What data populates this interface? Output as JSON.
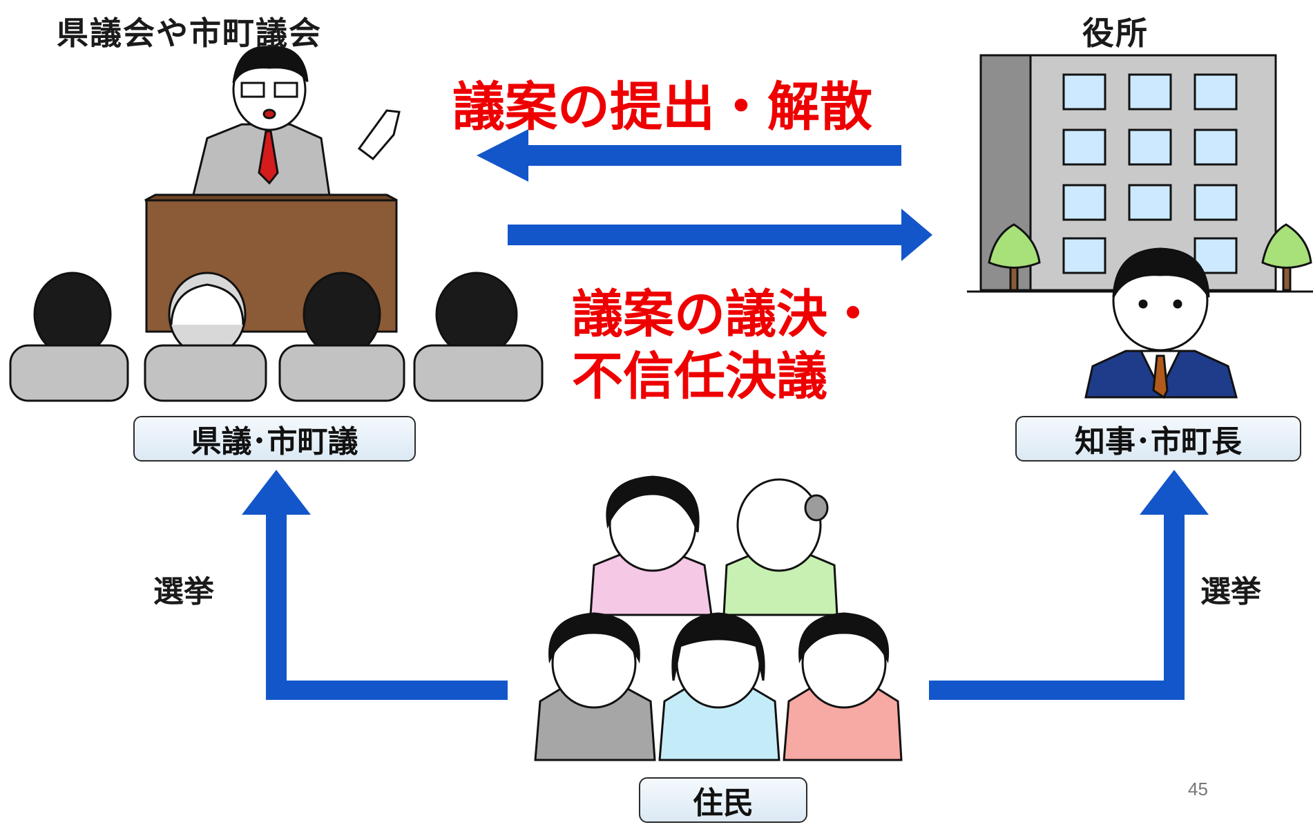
{
  "headings": {
    "assembly": "県議会や市町議会",
    "office": "役所"
  },
  "flows": {
    "to_assembly": "議案の提出・解散",
    "to_office_line1": "議案の議決・",
    "to_office_line2": "不信任決議"
  },
  "badges": {
    "members": "県議･市町議",
    "heads": "知事･市町長",
    "residents": "住民"
  },
  "election": {
    "left": "選挙",
    "right": "選挙"
  },
  "page_number": "45",
  "colors": {
    "arrow": "#1356c9",
    "flow_text": "#ee0000",
    "podium": "#8b5a36",
    "building": "#c9c9c9"
  }
}
